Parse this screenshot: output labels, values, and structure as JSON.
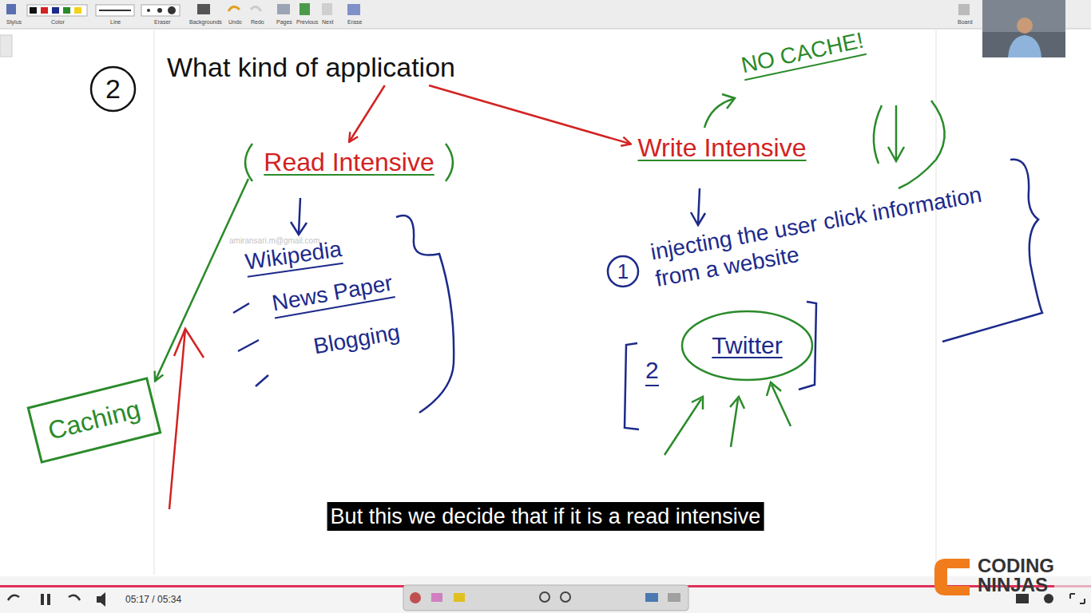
{
  "diagram": {
    "nodes": [
      {
        "text": [
          "2"
        ]
      },
      {
        "text": [
          "What kind of application"
        ]
      },
      {
        "text": [
          "Read Intensive"
        ]
      },
      {
        "text": [
          "Write Intensive"
        ]
      },
      {
        "text": [
          "Caching"
        ]
      },
      {
        "text": [
          "Twitter"
        ]
      }
    ],
    "edges": [
      {
        "from": 1,
        "to": 2,
        "arrow": "to"
      },
      {
        "from": 1,
        "to": 3,
        "arrow": "to"
      },
      {
        "from": 2,
        "to": 4,
        "arrow": "to"
      }
    ],
    "labels": [
      "NO CACHE!",
      "amiransari.m@gmail.com",
      "Wikipedia",
      "News Paper",
      "Blogging",
      "1",
      "injecting the user click information from a website",
      "2",
      "But this we decide that if it is a read intensive",
      "05:17 / 05:34",
      "CODING NINJAS",
      "Stylus",
      "Color",
      "Line",
      "Eraser",
      "Backgrounds",
      "Undo",
      "Redo",
      "Pages",
      "Previous",
      "Next",
      "Erase",
      "Board"
    ]
  }
}
